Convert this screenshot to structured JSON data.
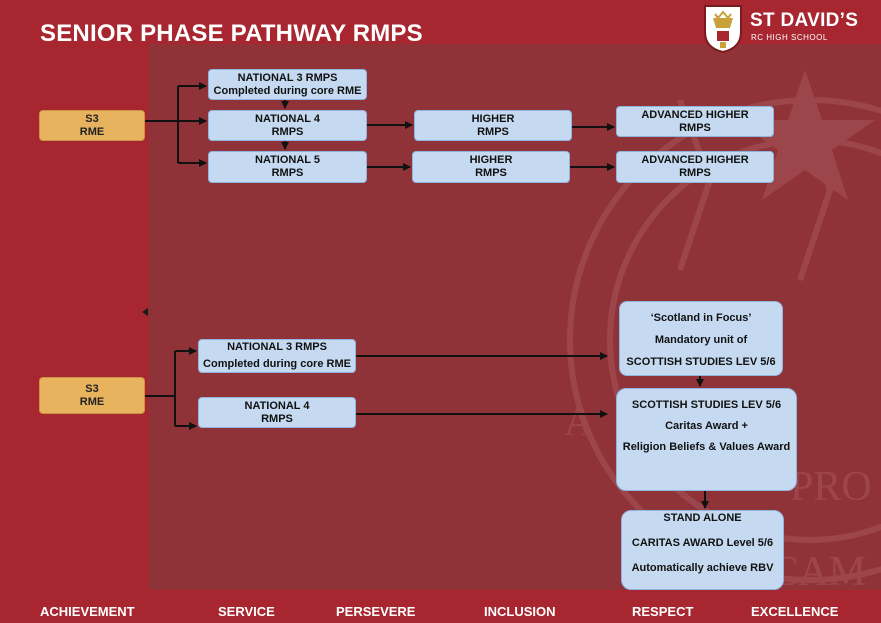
{
  "header": {
    "title": "SENIOR PHASE PATHWAY RMPS",
    "logo_name": "ST DAVID’S",
    "logo_sub": "RC HIGH SCHOOL"
  },
  "watermark": {
    "text_fragments": [
      "PRO",
      "NCAM",
      "A"
    ]
  },
  "colors": {
    "background": "#a8262f",
    "panel": "#8f3338",
    "box_blue": "#c5daf1",
    "box_gold": "#e8b35f",
    "arrow": "#111111"
  },
  "pathway_top": {
    "start": {
      "line1": "S3",
      "line2": "RME"
    },
    "nat3": {
      "line1": "NATIONAL 3 RMPS",
      "line2": "Completed during core RME"
    },
    "nat4": {
      "line1": "NATIONAL 4",
      "line2": "RMPS"
    },
    "nat5": {
      "line1": "NATIONAL 5",
      "line2": "RMPS"
    },
    "higher_a": {
      "line1": "HIGHER",
      "line2": "RMPS"
    },
    "higher_b": {
      "line1": "HIGHER",
      "line2": "RMPS"
    },
    "adv_a": {
      "line1": "ADVANCED HIGHER",
      "line2": "RMPS"
    },
    "adv_b": {
      "line1": "ADVANCED HIGHER",
      "line2": "RMPS"
    }
  },
  "pathway_bottom": {
    "start": {
      "line1": "S3",
      "line2": "RME"
    },
    "nat3": {
      "line1": "NATIONAL 3 RMPS",
      "line2": "Completed during core RME"
    },
    "nat4": {
      "line1": "NATIONAL 4",
      "line2": "RMPS"
    },
    "scotland_focus": {
      "line1": "‘Scotland in Focus’",
      "line2": "Mandatory unit of",
      "line3": "SCOTTISH STUDIES LEV 5/6"
    },
    "scottish_studies": {
      "line1": "SCOTTISH STUDIES LEV 5/6",
      "line2": "Caritas Award +",
      "line3": "Religion Beliefs & Values Award"
    },
    "stand_alone": {
      "line1": "STAND ALONE",
      "line2": "CARITAS AWARD Level 5/6",
      "line3": "Automatically achieve RBV"
    }
  },
  "footer": {
    "values": [
      "ACHIEVEMENT",
      "SERVICE",
      "PERSEVERE",
      "INCLUSION",
      "RESPECT",
      "EXCELLENCE"
    ]
  }
}
